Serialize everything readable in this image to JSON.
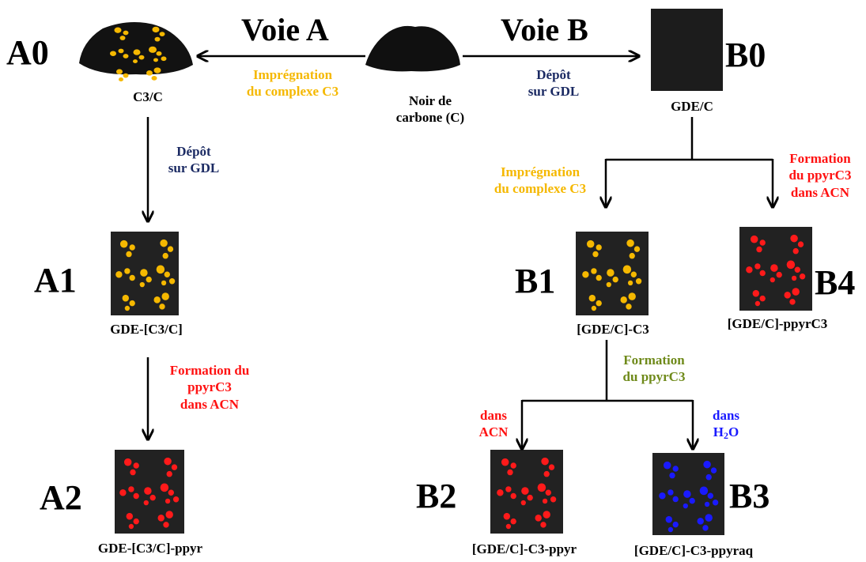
{
  "routes": {
    "a": "Voie A",
    "b": "Voie B"
  },
  "start": {
    "line1": "Noir de",
    "line2": "carbone (C)"
  },
  "a_side": {
    "impregnation": {
      "line1": "Imprégnation",
      "line2": "du complexe C3"
    },
    "deposit": {
      "line1": "Dépôt",
      "line2": "sur GDL"
    },
    "formation": {
      "line1": "Formation du",
      "line2": "ppyrC3",
      "line3": "dans ACN"
    }
  },
  "b_side": {
    "deposit": {
      "line1": "Dépôt",
      "line2": "sur GDL"
    },
    "impregnation": {
      "line1": "Imprégnation",
      "line2": "du complexe C3"
    },
    "formation_acn": {
      "line1": "Formation",
      "line2": "du ppyrC3",
      "line3": "dans ACN"
    },
    "formation": {
      "line1": "Formation",
      "line2": "du ppyrC3"
    },
    "solvent_acn": {
      "line1": "dans",
      "line2": "ACN"
    },
    "solvent_water": {
      "line1": "dans",
      "line2_main": "H",
      "line2_sub": "2",
      "line2_end": "O"
    }
  },
  "nodes": {
    "A0": {
      "label": "A0",
      "caption": "C3/C"
    },
    "A1": {
      "label": "A1",
      "caption": "GDE-[C3/C]"
    },
    "A2": {
      "label": "A2",
      "caption": "GDE-[C3/C]-ppyr"
    },
    "B0": {
      "label": "B0",
      "caption": "GDE/C"
    },
    "B1": {
      "label": "B1",
      "caption": "[GDE/C]-C3"
    },
    "B2": {
      "label": "B2",
      "caption": "[GDE/C]-C3-ppyr"
    },
    "B3": {
      "label": "B3",
      "caption": "[GDE/C]-C3-ppyraq"
    },
    "B4": {
      "label": "B4",
      "caption": "[GDE/C]-ppyrC3"
    }
  },
  "colors": {
    "yellow": "#f5b800",
    "red": "#ff1111",
    "blue": "#1a1aff",
    "navy": "#1b2a63",
    "olive": "#6f8a1a"
  }
}
